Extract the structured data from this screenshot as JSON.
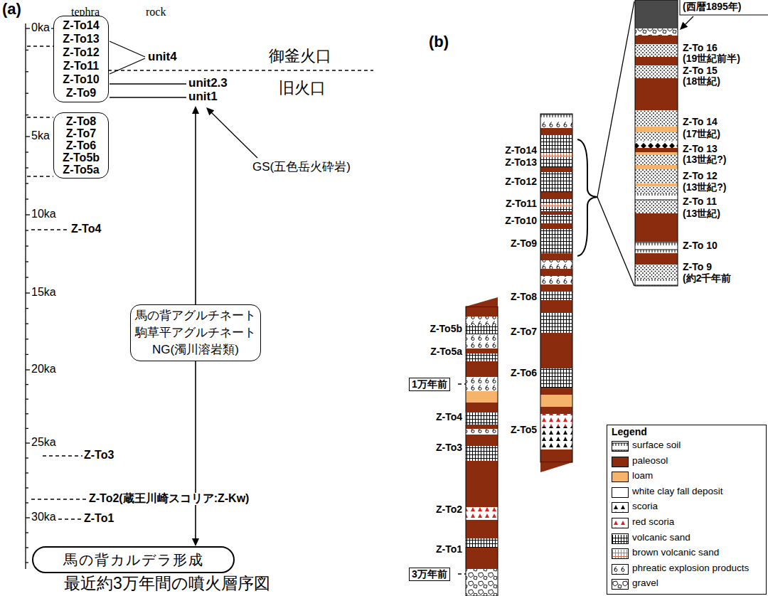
{
  "diagram": {
    "caption": "最近約3万年間の噴火層序図",
    "nodes": [
      {
        "text": [
          "Z-To14",
          "Z-To13",
          "Z-To12",
          "Z-To11",
          "Z-To10",
          "Z-To9"
        ]
      },
      {
        "text": [
          "Z-To8",
          "Z-To7",
          "Z-To6",
          "Z-To5b",
          "Z-To5a"
        ]
      },
      {
        "text": [
          "馬の背アグルチネート",
          "駒草平アグルチネート",
          "NG(濁川溶岩類)"
        ]
      },
      {
        "text": [
          "馬の背カルデラ形成"
        ]
      },
      {
        "text": [
          "1万年前"
        ]
      },
      {
        "text": [
          "3万年前"
        ]
      }
    ],
    "edges": [
      {
        "from": 2,
        "to": 3,
        "arrow": "to"
      }
    ],
    "labels": [
      "(a)",
      "tephra",
      "rock",
      "0ka",
      "5ka",
      "10ka",
      "15ka",
      "20ka",
      "25ka",
      "30ka",
      "Z-To4",
      "Z-To3",
      "Z-To2(蔵王川崎スコリア:Z-Kw)",
      "Z-To1",
      "unit4",
      "unit2.3",
      "unit1",
      "御釜火口",
      "旧火口",
      "GS(五色岳火砕岩)",
      "(b)",
      "Z-To5b",
      "Z-To5a",
      "Z-To4",
      "Z-To3",
      "Z-To2",
      "Z-To1",
      "Z-To14",
      "Z-To13",
      "Z-To12",
      "Z-To11",
      "Z-To10",
      "Z-To9",
      "Z-To8",
      "Z-To7",
      "Z-To6",
      "Z-To5",
      "(西暦1895年)",
      "Z-To 16",
      "(19世紀前半)",
      "Z-To 15",
      "(18世紀)",
      "Z-To 14",
      "(17世紀)",
      "Z-To 13",
      "(13世紀?)",
      "Z-To 12",
      "(13世紀?)",
      "Z-To 11",
      "(13世紀)",
      "Z-To 10",
      "Z-To 9",
      "(約2千年前",
      "Legend"
    ],
    "legend": [
      {
        "text": "surface soil"
      },
      {
        "text": "paleosol",
        "color": "#8b2c0f"
      },
      {
        "text": "loam",
        "color": "#f6b36b"
      },
      {
        "text": "white clay fall deposit",
        "color": "#ffffff"
      },
      {
        "text": "scoria"
      },
      {
        "text": "red scoria"
      },
      {
        "text": "volcanic sand"
      },
      {
        "text": "brown volcanic sand"
      },
      {
        "text": "phreatic explosion products"
      },
      {
        "text": "gravel"
      }
    ]
  }
}
